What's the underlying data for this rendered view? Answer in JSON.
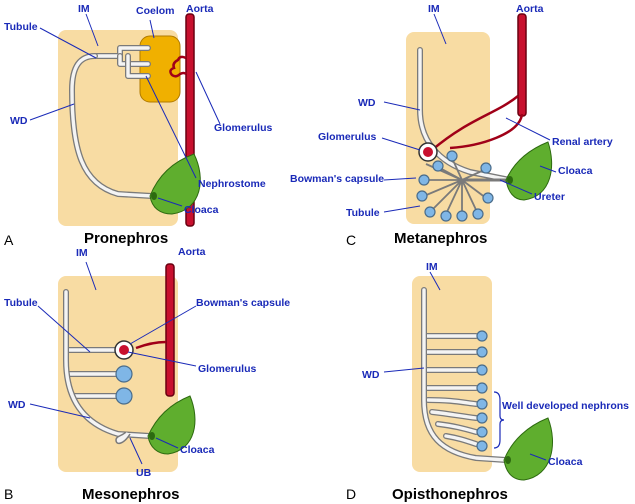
{
  "panels": {
    "a": {
      "letter": "A",
      "title": "Pronephros",
      "labels": {
        "im": "IM",
        "tubule": "Tubule",
        "coelom": "Coelom",
        "aorta": "Aorta",
        "wd": "WD",
        "glomerulus": "Glomerulus",
        "nephrostome": "Nephrostome",
        "cloaca": "Cloaca"
      }
    },
    "b": {
      "letter": "B",
      "title": "Mesonephros",
      "labels": {
        "im": "IM",
        "aorta": "Aorta",
        "tubule": "Tubule",
        "bowmans_capsule": "Bowman's capsule",
        "glomerulus": "Glomerulus",
        "wd": "WD",
        "cloaca": "Cloaca",
        "ub": "UB"
      }
    },
    "c": {
      "letter": "C",
      "title": "Metanephros",
      "labels": {
        "im": "IM",
        "aorta": "Aorta",
        "wd": "WD",
        "glomerulus": "Glomerulus",
        "renal_artery": "Renal artery",
        "bowmans_capsule": "Bowman's capsule",
        "cloaca": "Cloaca",
        "ureter": "Ureter",
        "tubule": "Tubule"
      }
    },
    "d": {
      "letter": "D",
      "title": "Opisthonephros",
      "labels": {
        "im": "IM",
        "wd": "WD",
        "well_developed_nephrons": "Well developed nephrons",
        "cloaca": "Cloaca"
      }
    }
  },
  "colors": {
    "label_blue": "#1a2ab8",
    "intermediate_mesoderm": "#f8dca3",
    "aorta": "#c8102e",
    "cloaca": "#5fae2e",
    "coelom": "#f0b000",
    "capsule": "#7fb6e6"
  }
}
